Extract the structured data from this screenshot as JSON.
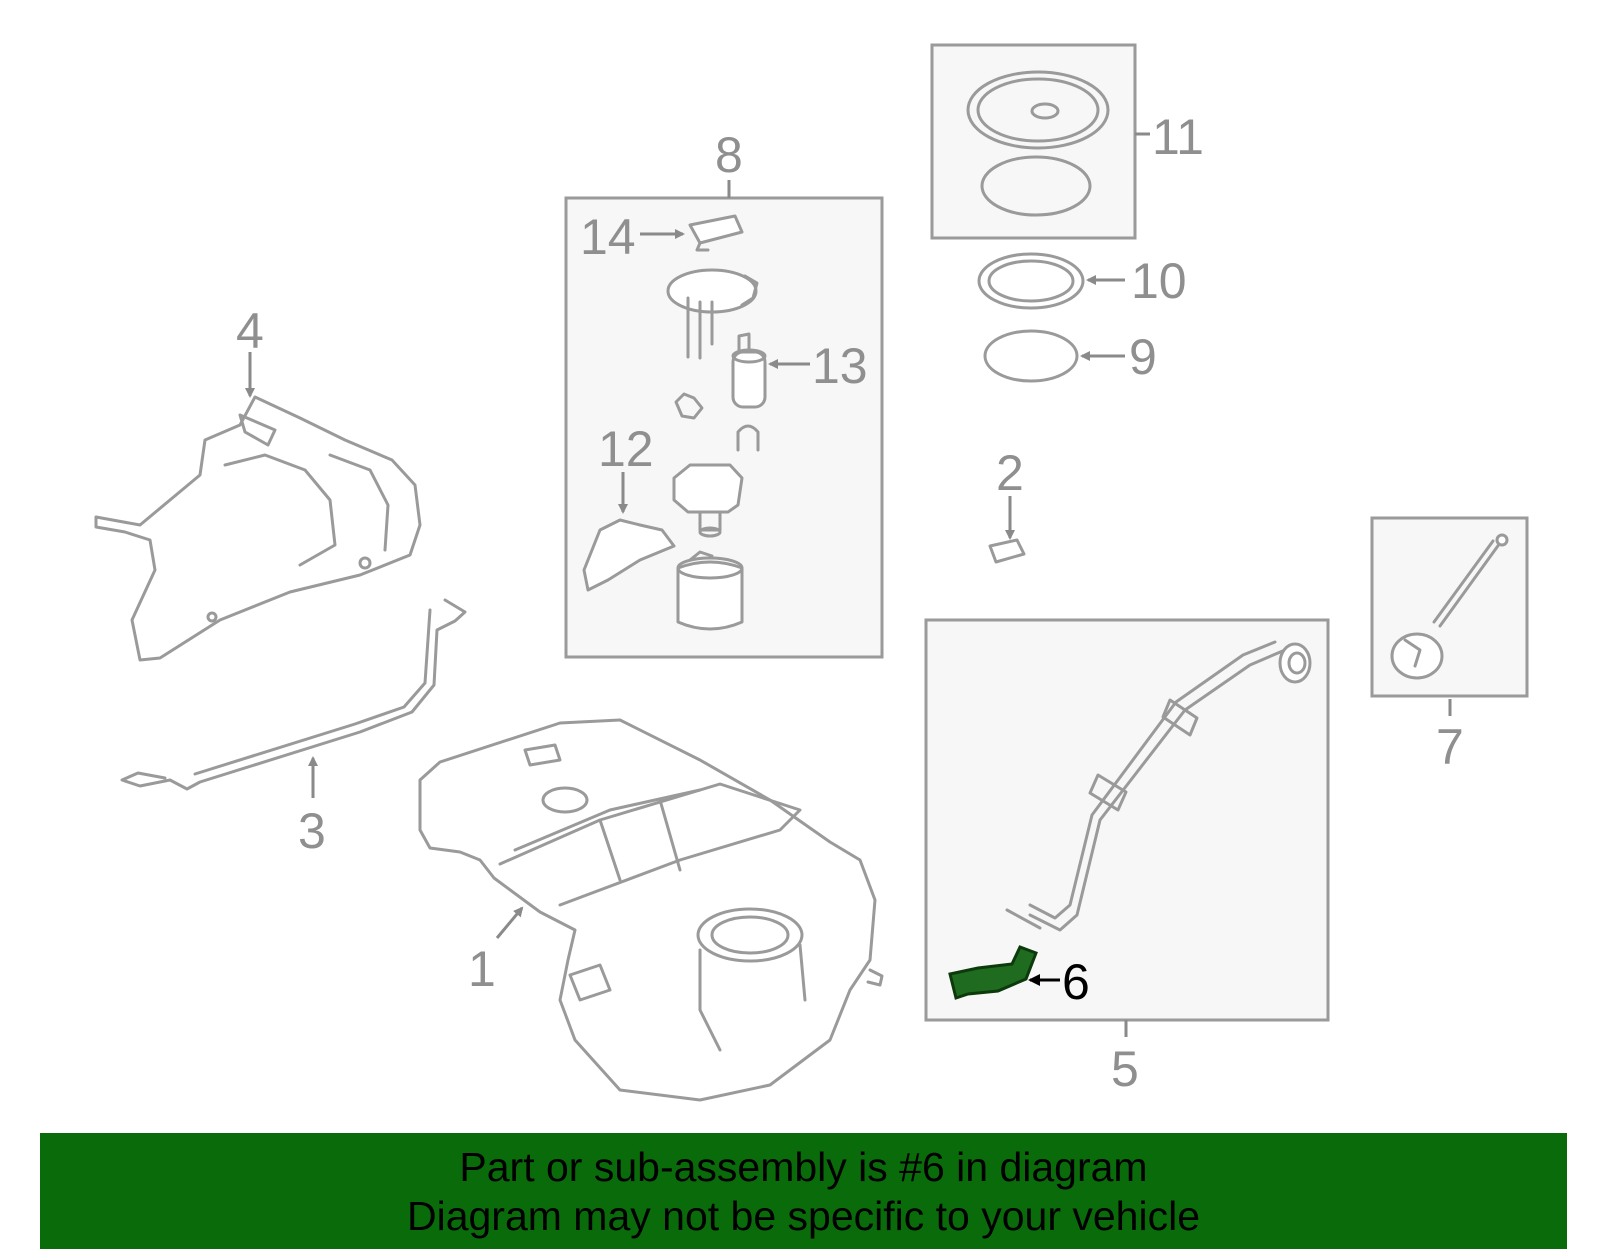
{
  "diagram": {
    "callouts": [
      "1",
      "2",
      "3",
      "4",
      "5",
      "6",
      "7",
      "8",
      "9",
      "10",
      "11",
      "12",
      "13",
      "14"
    ],
    "highlight_callout": "6",
    "highlight_color": "#1f6b1f"
  },
  "banner": {
    "line1": "Part or sub-assembly is #6 in diagram",
    "line2": "Diagram may not be specific to your vehicle",
    "background": "#0a6b0a"
  }
}
